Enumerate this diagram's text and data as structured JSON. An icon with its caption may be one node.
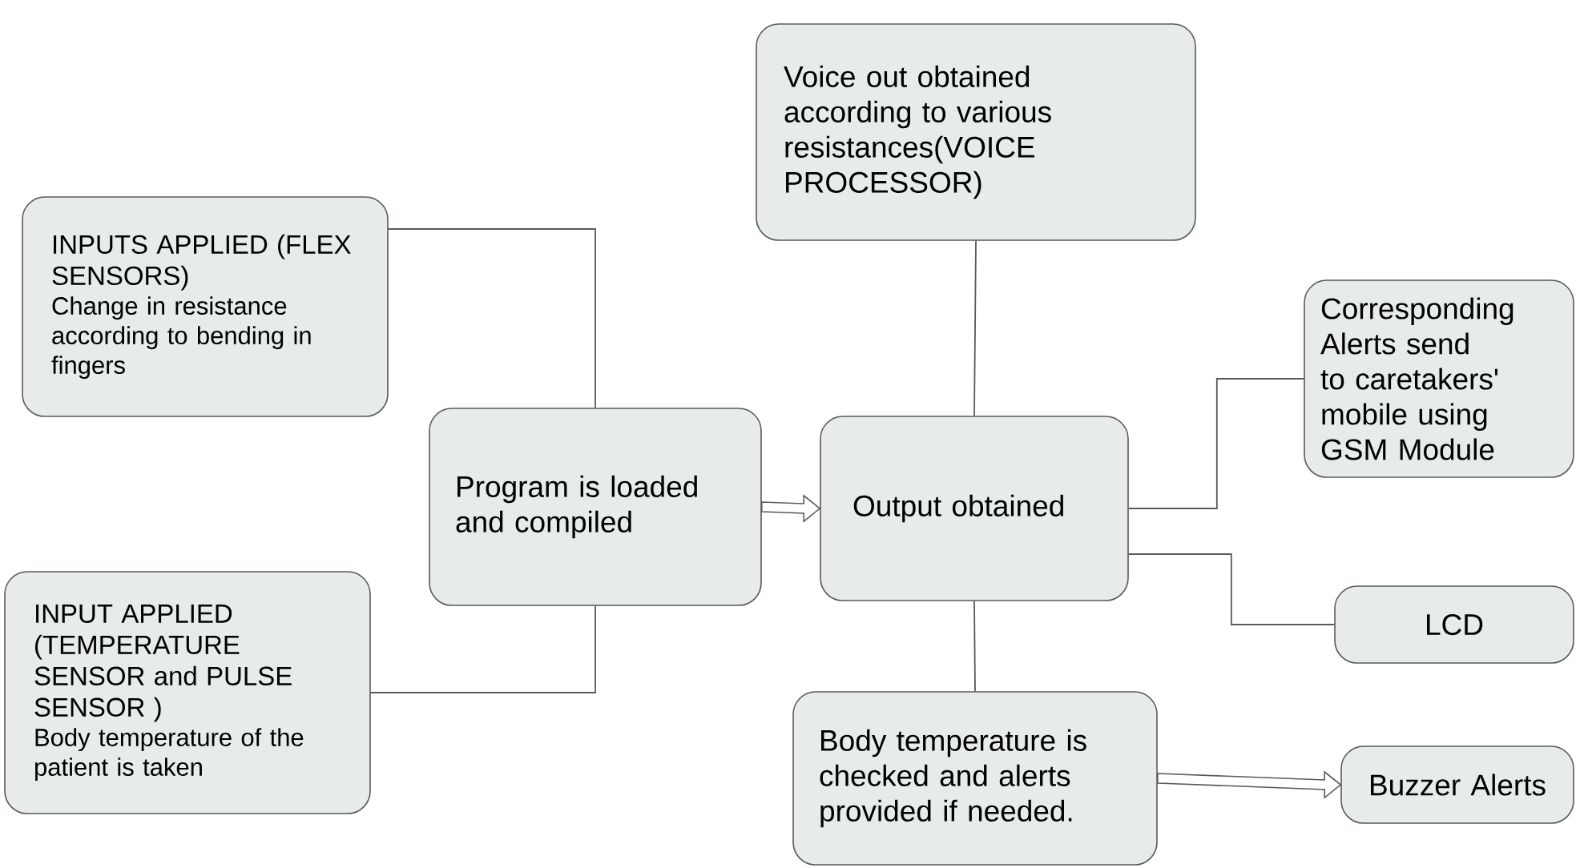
{
  "diagram": {
    "nodes": [
      {
        "text": [
          "Voice out obtained according to various resistances(VOICE PROCESSOR)"
        ]
      },
      {
        "text": [
          "INPUTS APPLIED (FLEX SENSORS)",
          "Change in resistance according to bending in fingers"
        ]
      },
      {
        "text": [
          "Corresponding Alerts send to caretakers' mobile using GSM Module"
        ]
      },
      {
        "text": [
          "Program is loaded and compiled"
        ]
      },
      {
        "text": [
          "Output obtained"
        ]
      },
      {
        "text": [
          "LCD"
        ]
      },
      {
        "text": [
          "INPUT APPLIED (TEMPERATURE SENSOR and PULSE SENSOR )",
          "Body temperature of the patient is taken"
        ]
      },
      {
        "text": [
          "Body temperature is checked and alerts provided if needed."
        ]
      },
      {
        "text": [
          "Buzzer Alerts"
        ]
      }
    ],
    "edges": [
      {
        "from": 1,
        "to": 3,
        "arrow": "none"
      },
      {
        "from": 6,
        "to": 3,
        "arrow": "none"
      },
      {
        "from": 3,
        "to": 4,
        "arrow": "to",
        "style": "thick"
      },
      {
        "from": 4,
        "to": 0,
        "arrow": "none"
      },
      {
        "from": 4,
        "to": 2,
        "arrow": "none"
      },
      {
        "from": 4,
        "to": 5,
        "arrow": "none"
      },
      {
        "from": 4,
        "to": 7,
        "arrow": "none"
      },
      {
        "from": 7,
        "to": 8,
        "arrow": "to",
        "style": "thick"
      }
    ]
  }
}
